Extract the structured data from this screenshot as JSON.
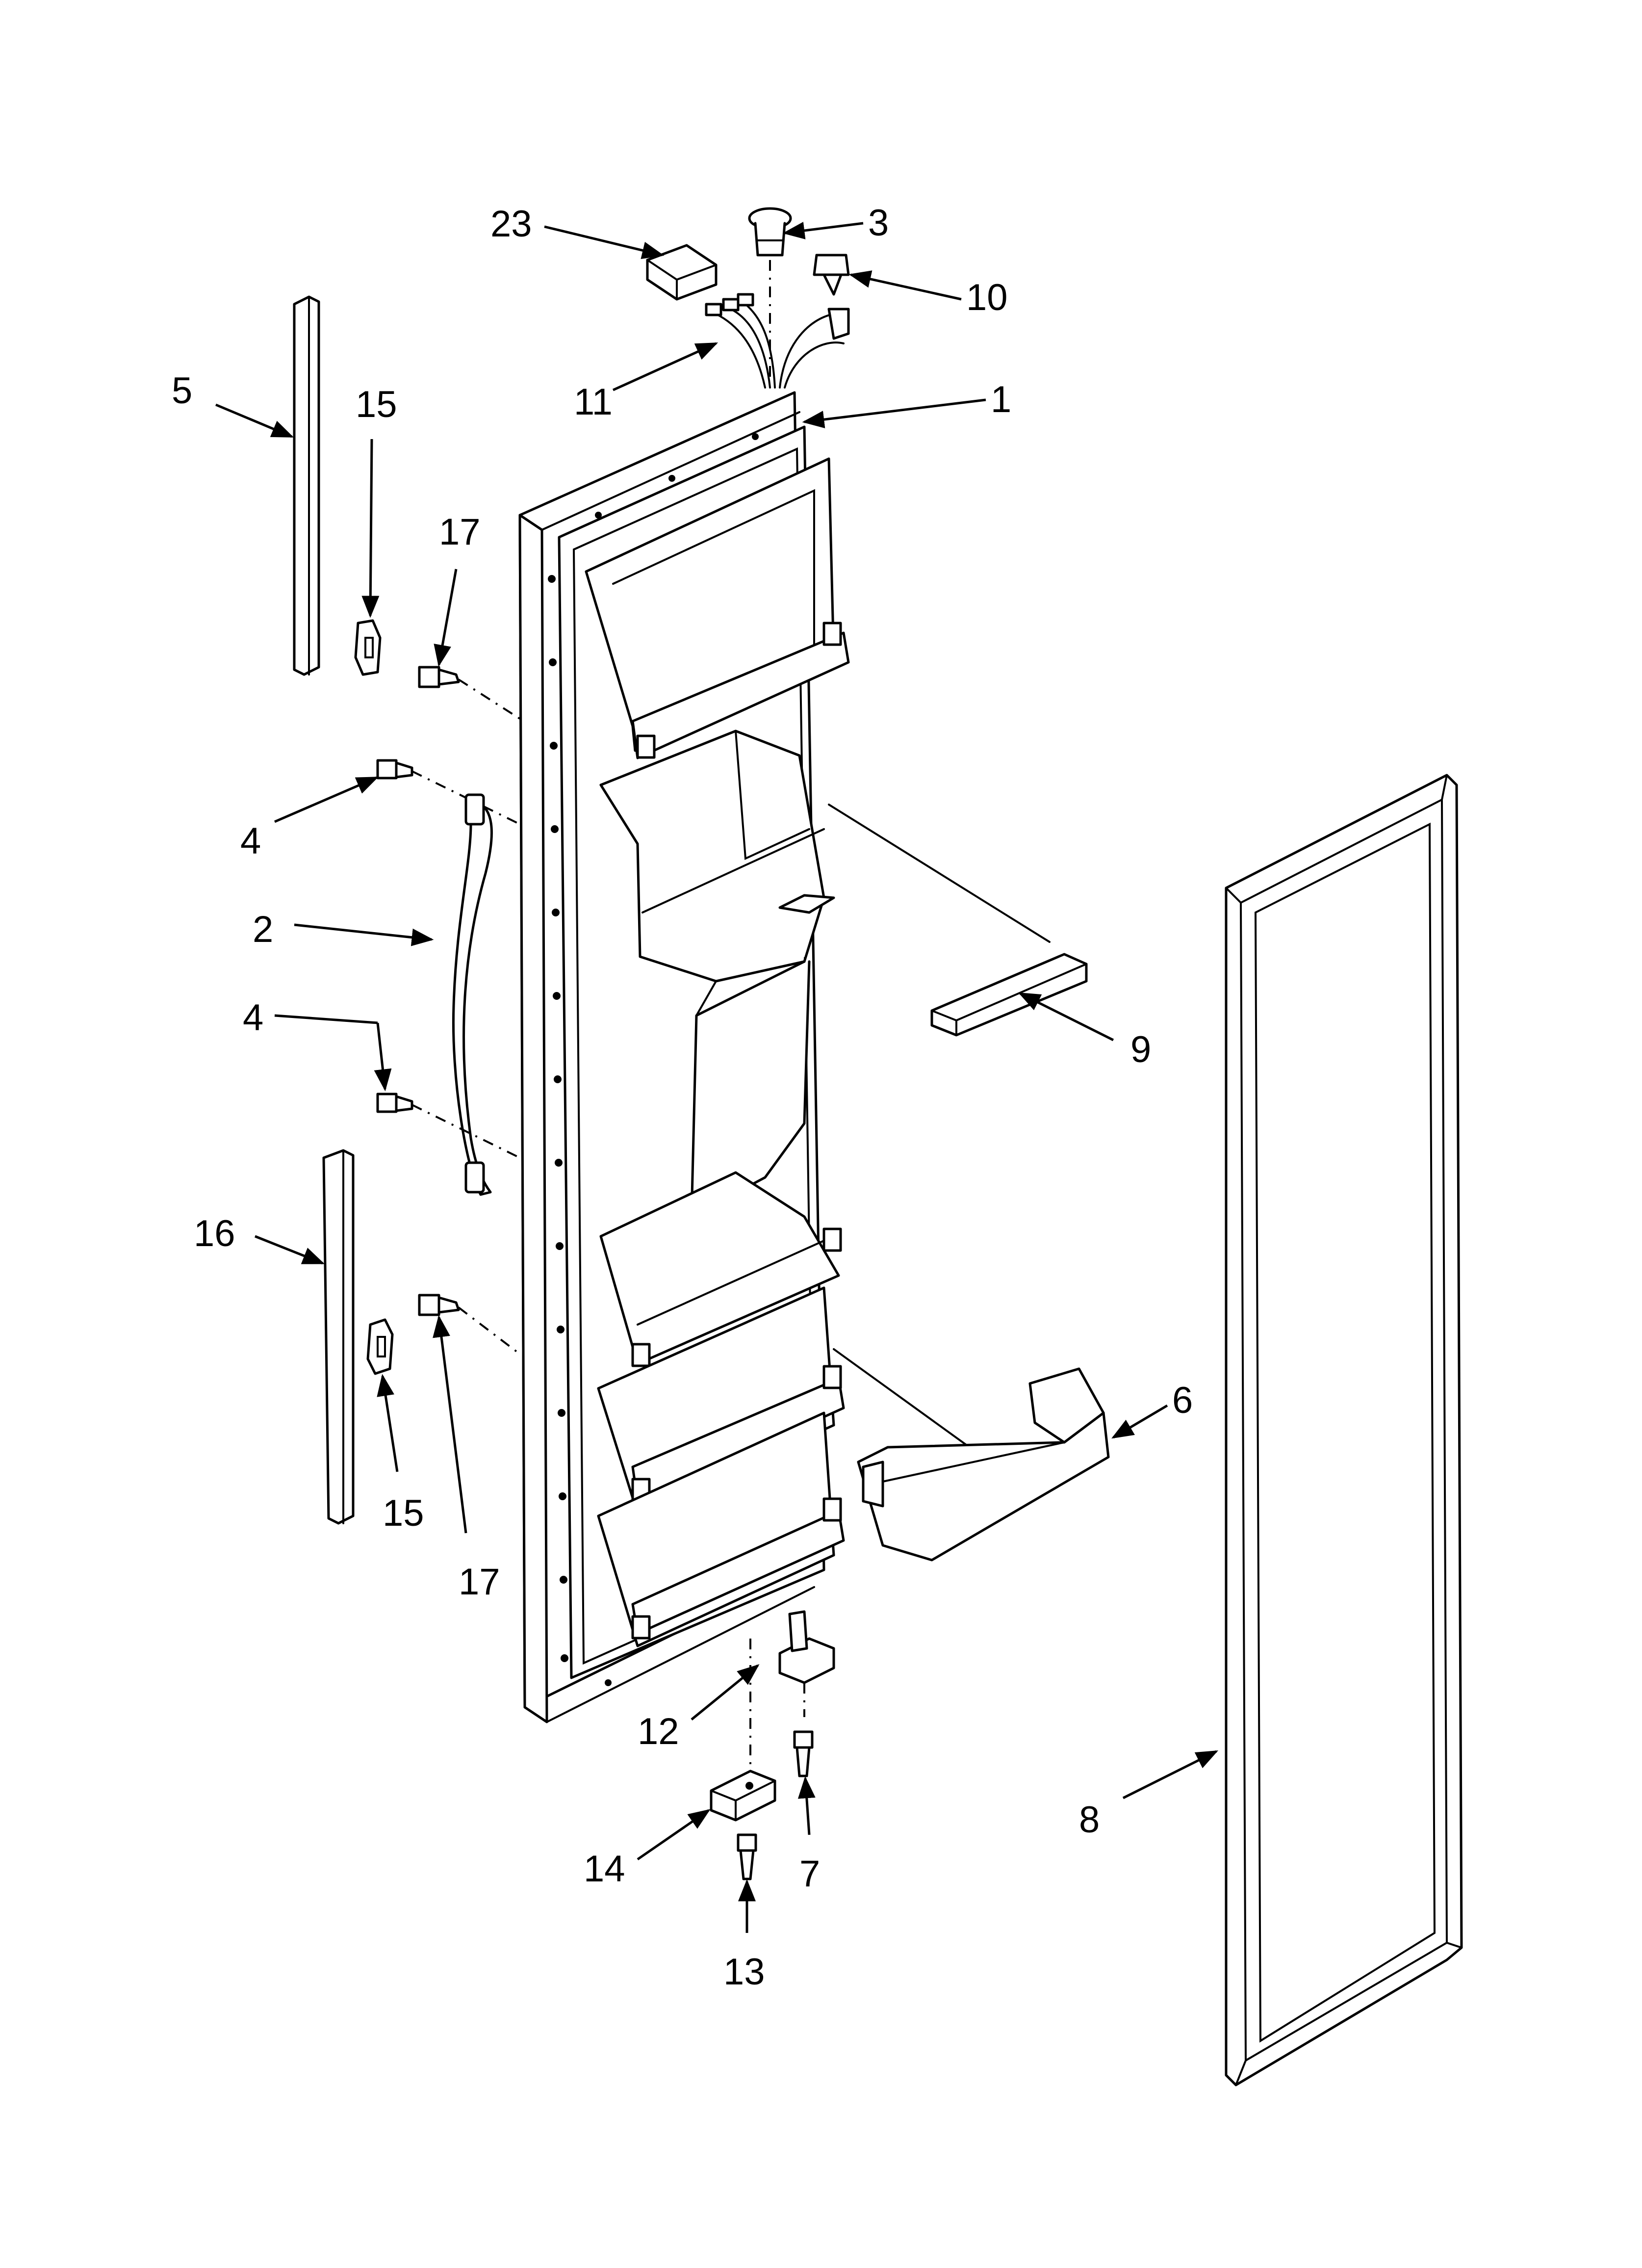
{
  "callouts": [
    {
      "id": "c23",
      "text": "23"
    },
    {
      "id": "c3",
      "text": "3"
    },
    {
      "id": "c10",
      "text": "10"
    },
    {
      "id": "c11",
      "text": "11"
    },
    {
      "id": "c1",
      "text": "1"
    },
    {
      "id": "c5",
      "text": "5"
    },
    {
      "id": "c15a",
      "text": "15"
    },
    {
      "id": "c17a",
      "text": "17"
    },
    {
      "id": "c4a",
      "text": "4"
    },
    {
      "id": "c2",
      "text": "2"
    },
    {
      "id": "c4b",
      "text": "4"
    },
    {
      "id": "c9",
      "text": "9"
    },
    {
      "id": "c16",
      "text": "16"
    },
    {
      "id": "c15b",
      "text": "15"
    },
    {
      "id": "c17b",
      "text": "17"
    },
    {
      "id": "c6",
      "text": "6"
    },
    {
      "id": "c12",
      "text": "12"
    },
    {
      "id": "c8",
      "text": "8"
    },
    {
      "id": "c14",
      "text": "14"
    },
    {
      "id": "c7",
      "text": "7"
    },
    {
      "id": "c13",
      "text": "13"
    }
  ]
}
